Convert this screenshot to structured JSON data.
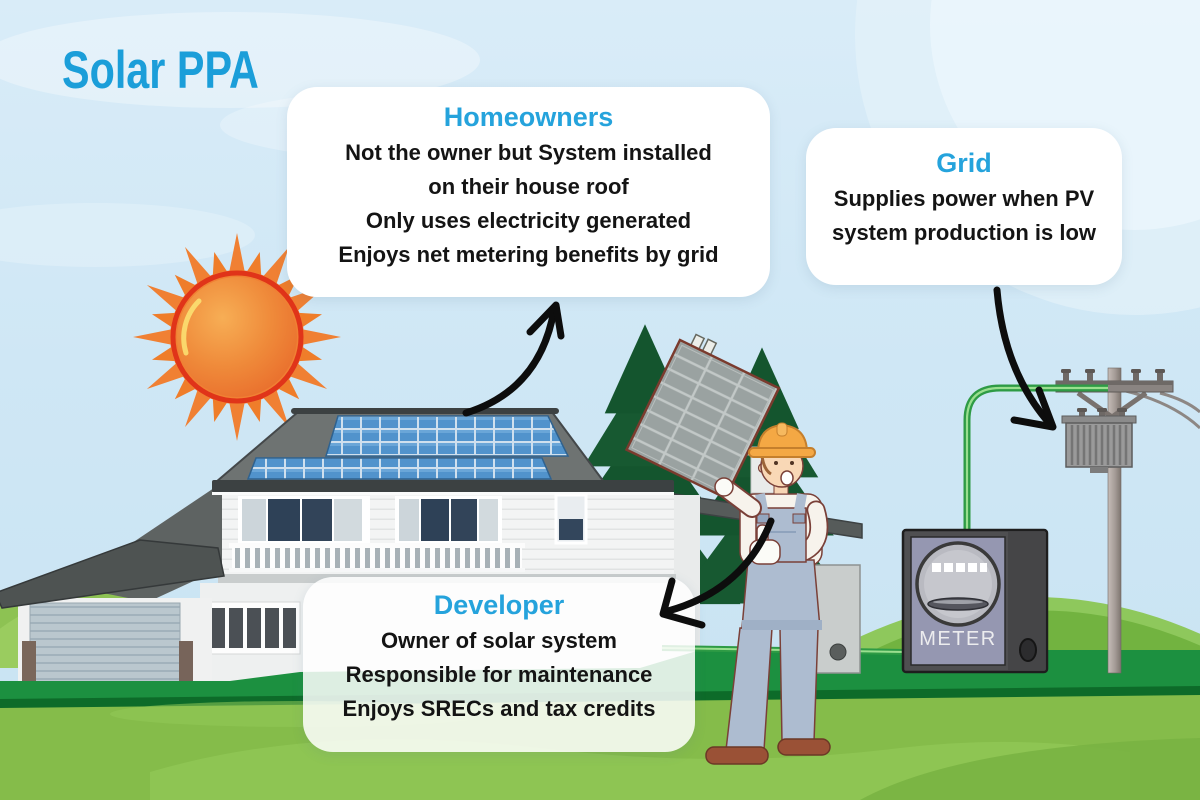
{
  "page": {
    "title": "Solar PPA"
  },
  "callouts": {
    "homeowners": {
      "title": "Homeowners",
      "lines": [
        "Not the owner but System installed",
        "on their house roof",
        "Only uses electricity generated",
        "Enjoys net metering benefits by grid"
      ]
    },
    "grid": {
      "title": "Grid",
      "lines": [
        "Supplies power when PV",
        "system production is low"
      ]
    },
    "developer": {
      "title": "Developer",
      "lines": [
        "Owner of solar system",
        "Responsible for maintenance",
        "Enjoys SRECs and tax credits"
      ]
    }
  },
  "meter": {
    "label": "METER"
  },
  "colors": {
    "accent_blue": "#1b9ed9",
    "text_dark": "#141414",
    "sky": "#cfe7f5",
    "sun_core": "#ee8338",
    "sun_ring": "#e03419",
    "sun_rays": "#f08033",
    "solar_panel_blue": "#5193cc",
    "roof_gray": "#6e7372",
    "grass_foreground": "#85bc4a",
    "grass_band": "#1c9040",
    "wire_green": "#2e9b45",
    "meter_panel": "#9597b1",
    "arrow_black": "#0d0d0d"
  },
  "icons": {
    "sun": "sun-icon",
    "house": "house-with-solar-panels",
    "trees": "pine-trees",
    "worker": "solar-installer-worker",
    "carried_panel": "carried-solar-panel",
    "meter": "electric-meter",
    "pole": "utility-pole",
    "wire": "green-power-wire",
    "arrows": "flow-arrows"
  }
}
